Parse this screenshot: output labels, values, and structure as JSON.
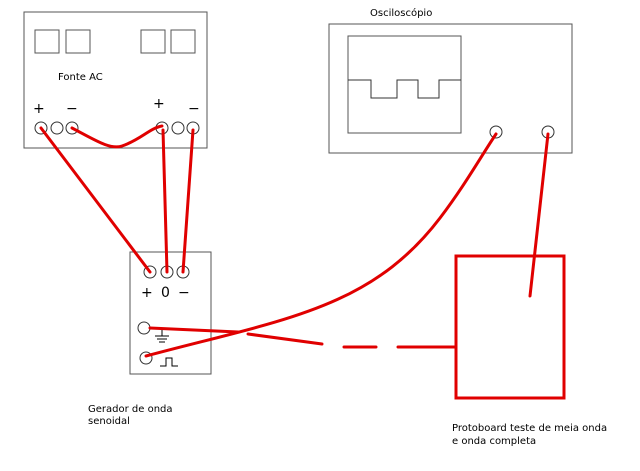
{
  "labels": {
    "power_supply": "Fonte AC",
    "oscilloscope": "Osciloscópio",
    "generator_line1": "Gerador de onda",
    "generator_line2": "senoidal",
    "protoboard_line1": "Protoboard teste de meia onda",
    "protoboard_line2": "e onda completa"
  },
  "symbols": {
    "plus": "+",
    "minus": "−",
    "zero": "0"
  },
  "colors": {
    "wire": "#e00000",
    "outline": "#555555"
  }
}
